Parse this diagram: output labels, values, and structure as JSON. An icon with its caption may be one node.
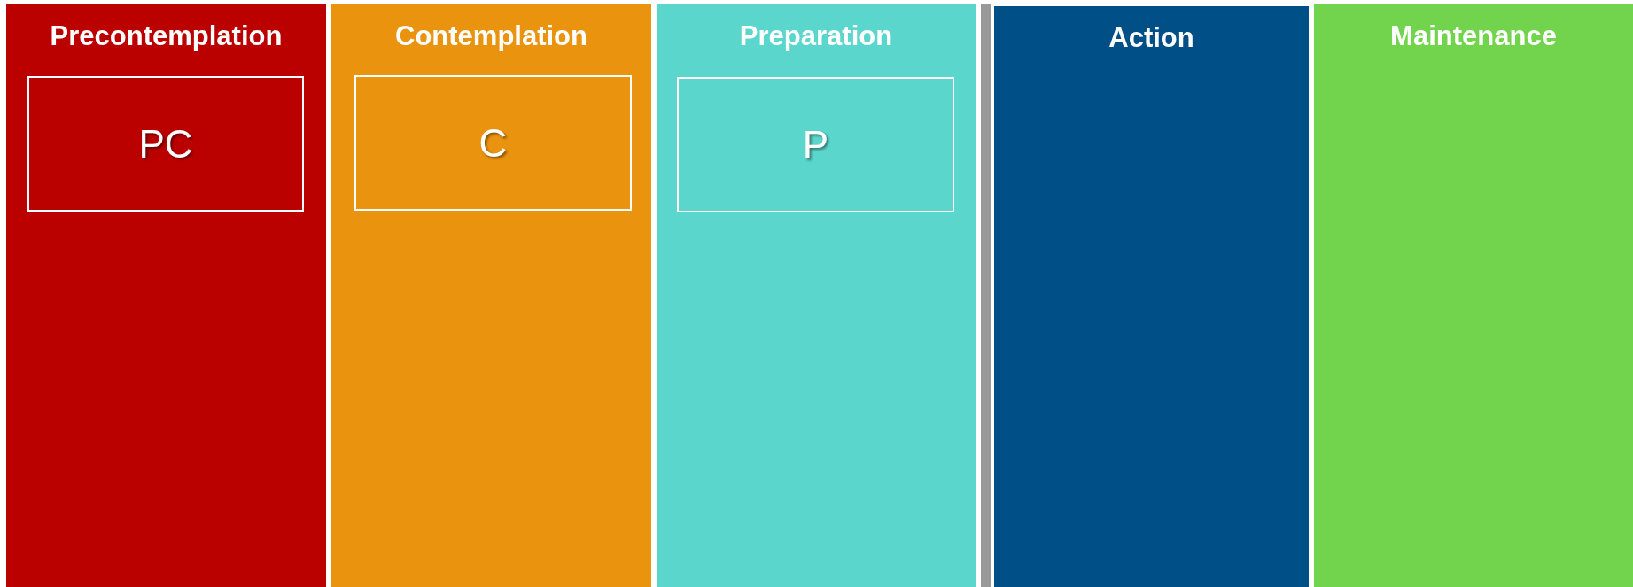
{
  "diagram": {
    "nodes": [
      {
        "text": [
          "Precontemplation"
        ]
      },
      {
        "text": [
          "Contemplation"
        ]
      },
      {
        "text": [
          "Preparation"
        ]
      },
      {
        "text": [
          "Action"
        ]
      },
      {
        "text": [
          "Maintenance"
        ]
      },
      {
        "text": [
          "PC"
        ],
        "in": 0
      },
      {
        "text": [
          "C"
        ],
        "in": 1
      },
      {
        "text": [
          "P"
        ],
        "in": 2
      }
    ]
  }
}
